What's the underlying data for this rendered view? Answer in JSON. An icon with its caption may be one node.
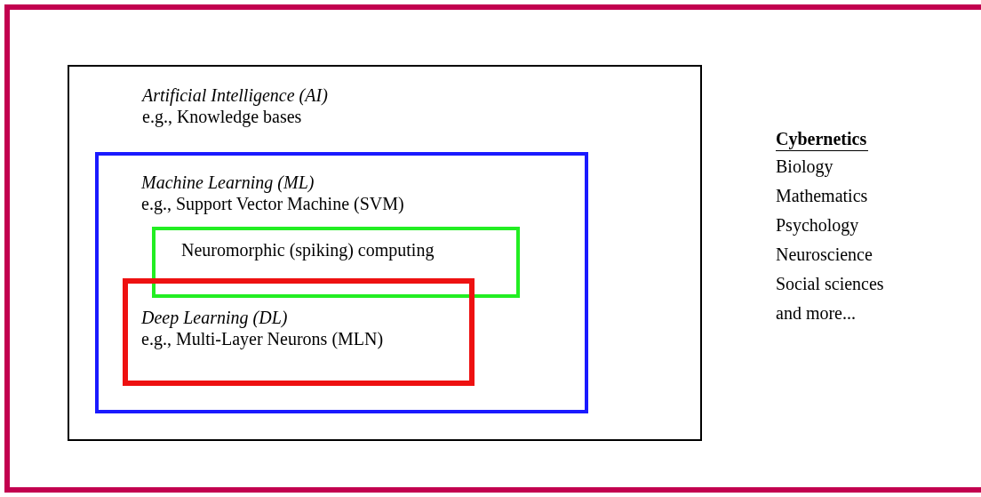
{
  "diagram": {
    "nodes": [
      {
        "text": [
          "Cybernetics",
          "Biology",
          "Mathematics",
          "Psychology",
          "Neuroscience",
          "Social sciences",
          "and more..."
        ]
      },
      {
        "text": [
          "Artificial Intelligence (AI)",
          "e.g., Knowledge bases"
        ],
        "in": 0
      },
      {
        "text": [
          "Machine Learning (ML)",
          "e.g., Support Vector Machine (SVM)"
        ],
        "in": 1
      },
      {
        "text": [
          "Neuromorphic (spiking) computing"
        ],
        "in": 2
      },
      {
        "text": [
          "Deep Learning (DL)",
          "e.g., Multi-Layer Neurons (MLN)"
        ],
        "in": 2
      }
    ]
  }
}
